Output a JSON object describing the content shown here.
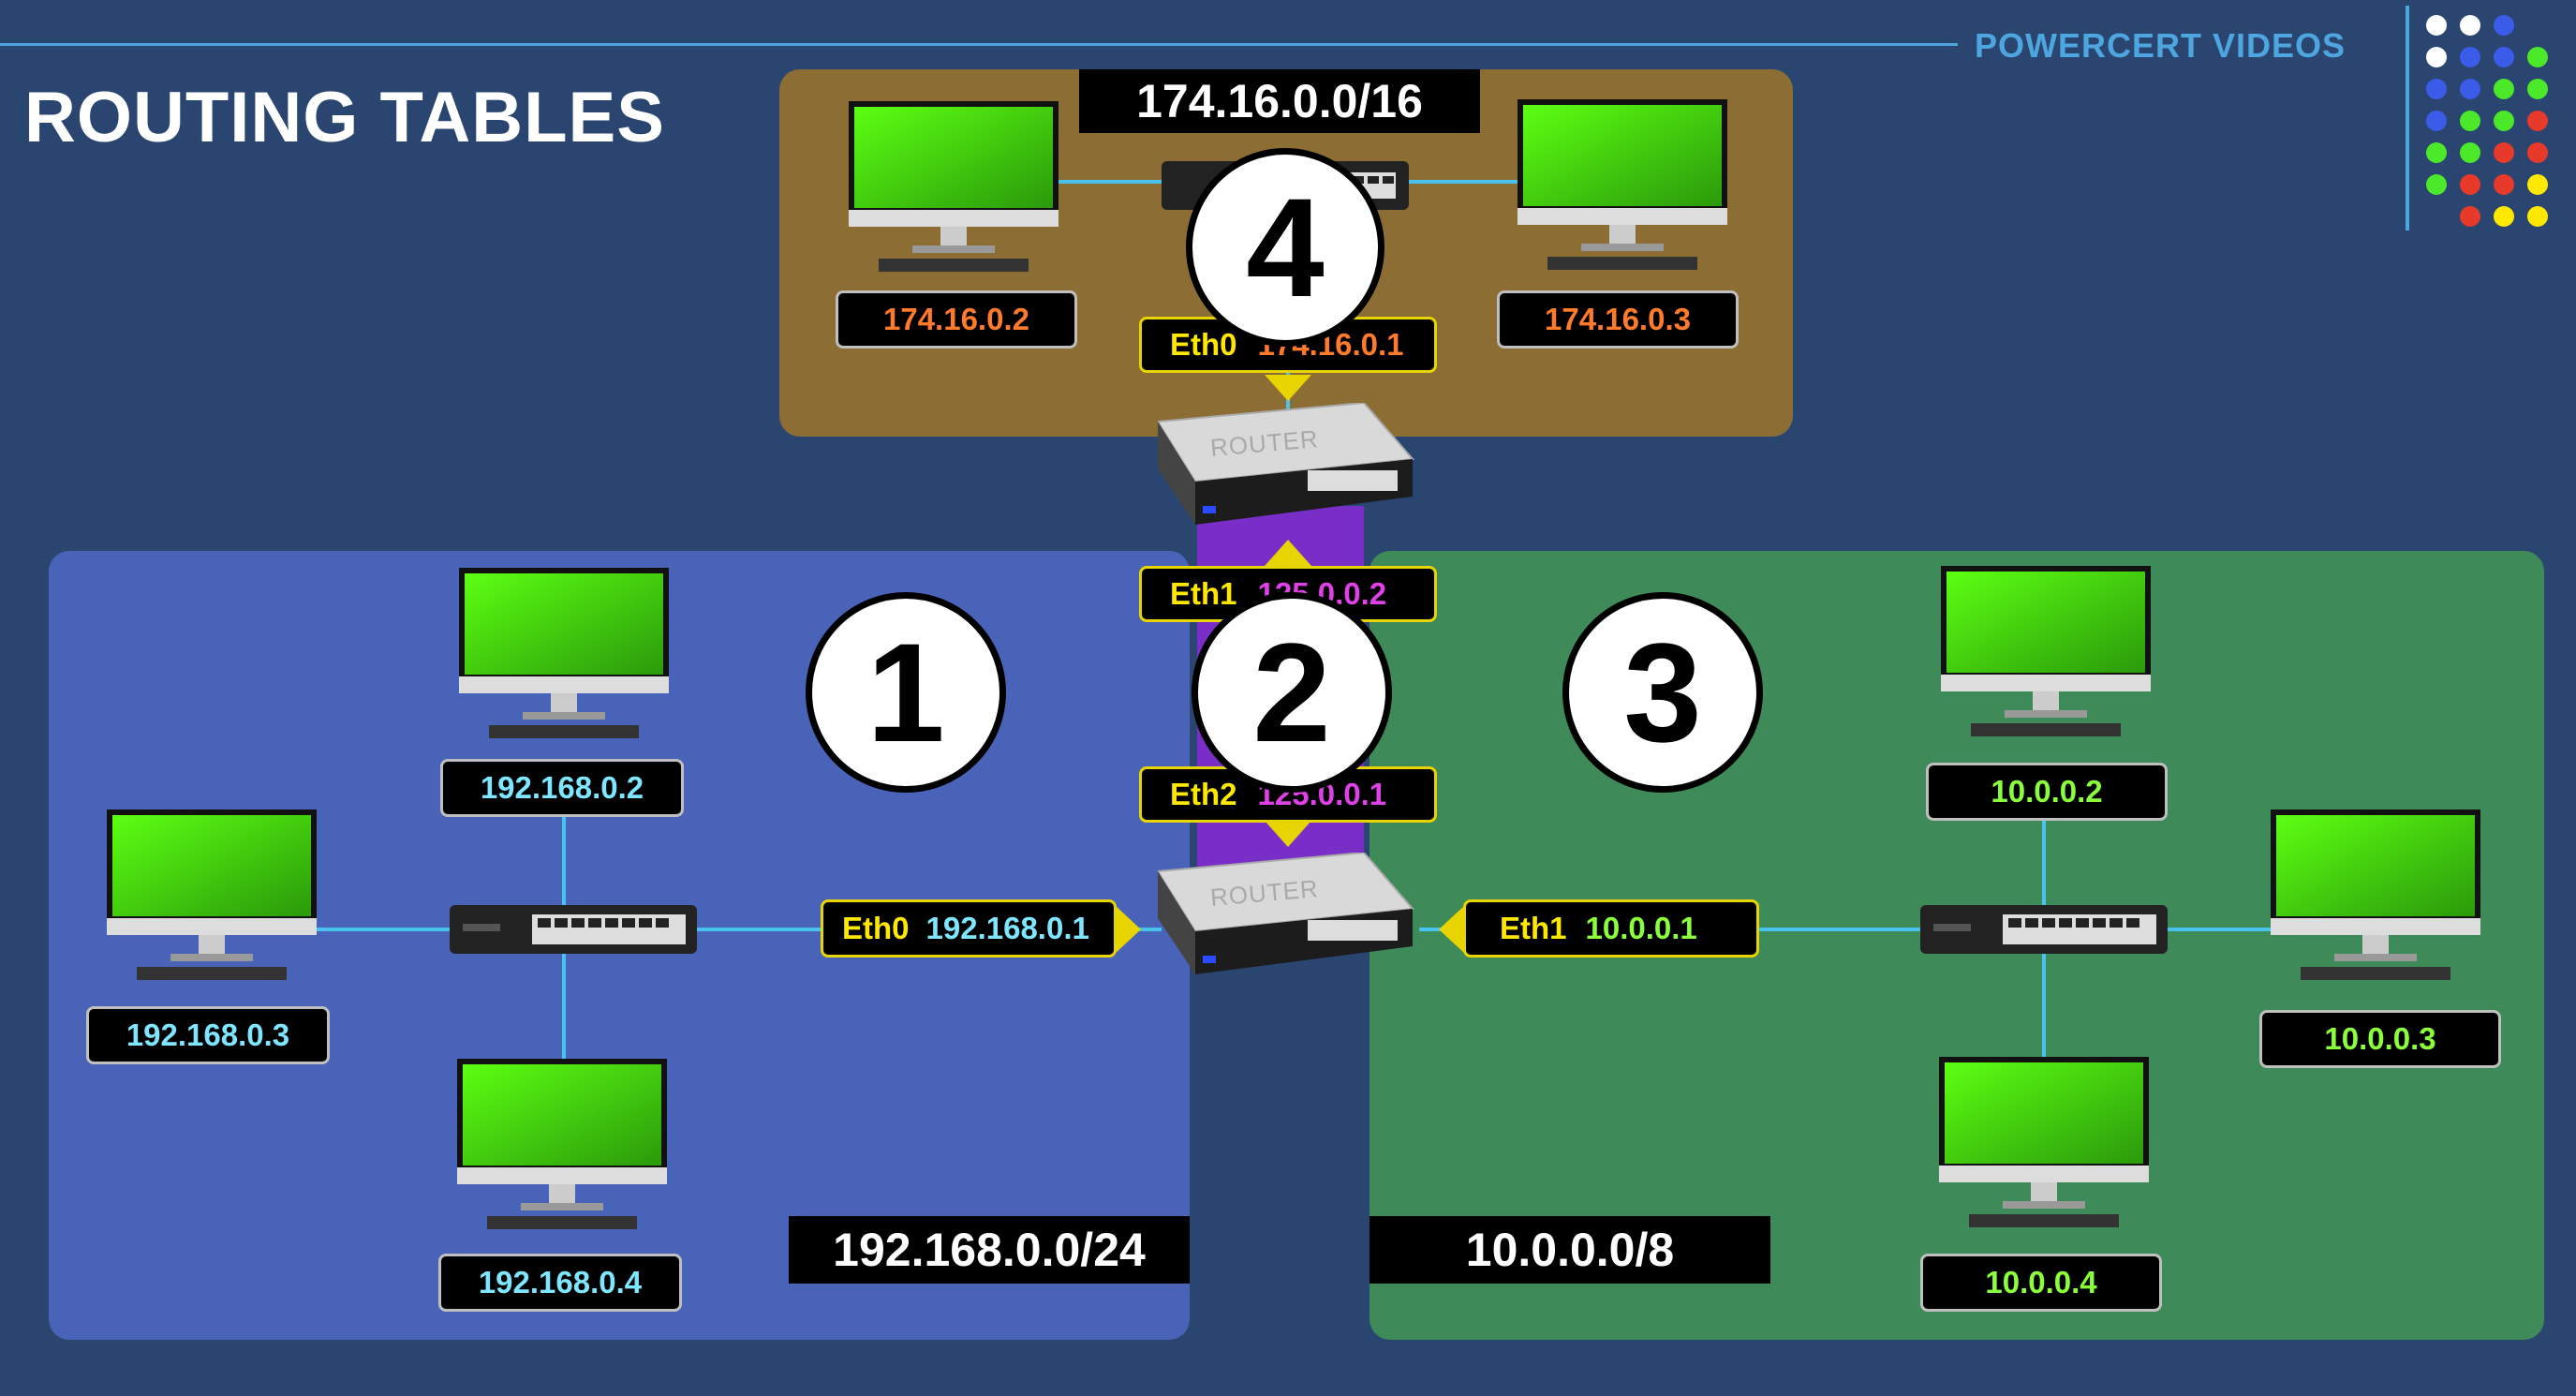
{
  "header": {
    "title": "ROUTING TABLES",
    "brand": "POWERCERT VIDEOS"
  },
  "networks": {
    "n1": {
      "number": "1",
      "subnet": "192.168.0.0/24",
      "hosts": [
        "192.168.0.2",
        "192.168.0.3",
        "192.168.0.4"
      ]
    },
    "n2": {
      "number": "2"
    },
    "n3": {
      "number": "3",
      "subnet": "10.0.0.0/8",
      "hosts": [
        "10.0.0.2",
        "10.0.0.3",
        "10.0.0.4"
      ]
    },
    "n4": {
      "number": "4",
      "subnet": "174.16.0.0/16",
      "hosts": [
        "174.16.0.2",
        "174.16.0.3"
      ]
    }
  },
  "routers": {
    "label": "ROUTER",
    "top": {
      "eth0": {
        "name": "Eth0",
        "ip": "174.16.0.1"
      },
      "eth1": {
        "name": "Eth1",
        "ip": "125.0.0.2"
      }
    },
    "bottom": {
      "eth0": {
        "name": "Eth0",
        "ip": "192.168.0.1"
      },
      "eth1": {
        "name": "Eth1",
        "ip": "10.0.0.1"
      },
      "eth2": {
        "name": "Eth2",
        "ip": "125.0.0.1"
      }
    }
  },
  "colors": {
    "background": "#2a4670",
    "net1": "#4863b8",
    "net2": "#7a2ec8",
    "net3": "#3e8a58",
    "net4": "#8c6d34",
    "ip_net1": "#7fe6ff",
    "ip_net3": "#8cff3c",
    "ip_net4": "#ff7a2a",
    "ip_net2": "#e040e8",
    "eth": "#ffe800",
    "accent": "#4da6e0"
  },
  "icons": [
    "computer-monitor-icon",
    "network-switch-icon",
    "router-icon",
    "brand-dots-logo"
  ]
}
